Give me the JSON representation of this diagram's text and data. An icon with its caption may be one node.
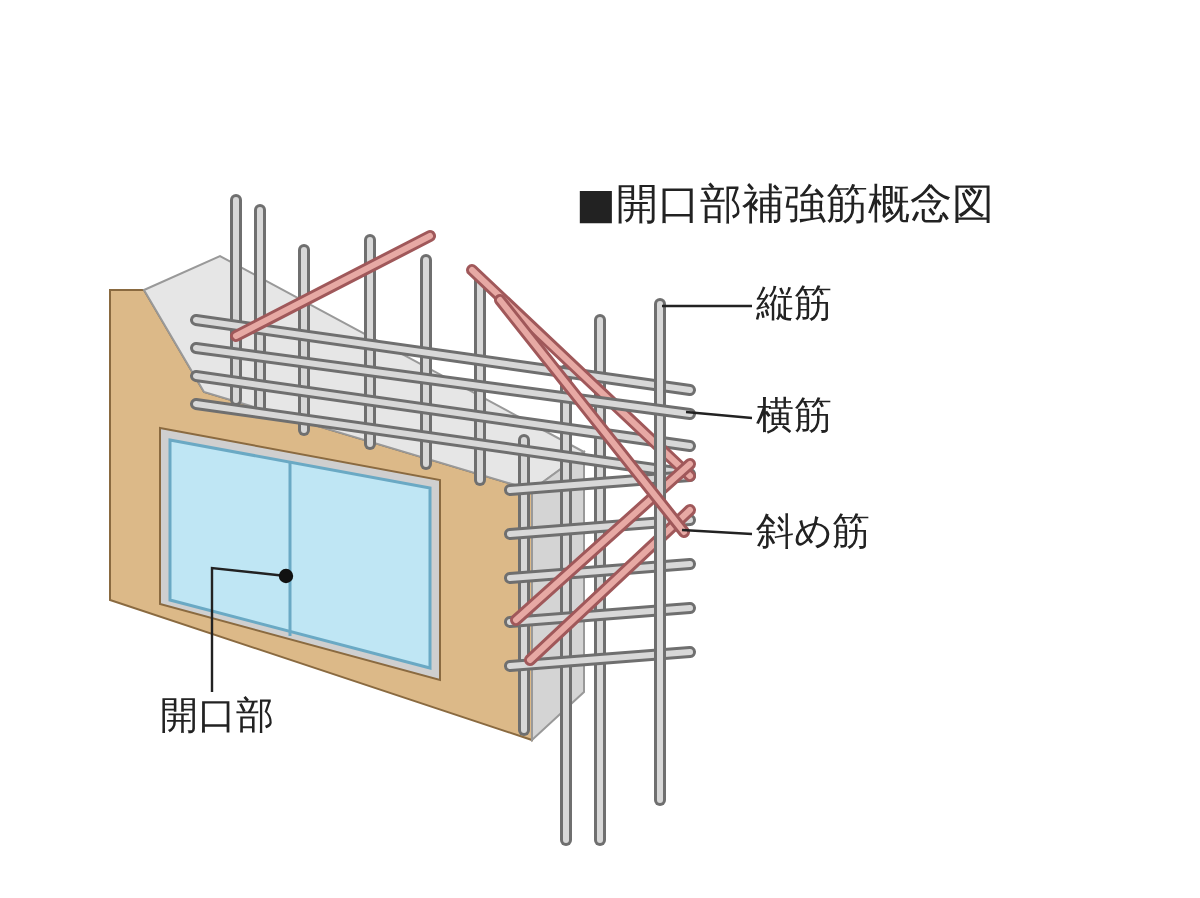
{
  "diagram": {
    "title": "■開口部補強筋概念図",
    "nodes": [
      {
        "text": [
          "縦筋"
        ]
      },
      {
        "text": [],
        "shape": "bar"
      },
      {
        "text": [
          "横筋"
        ]
      },
      {
        "text": [],
        "shape": "bar"
      },
      {
        "text": [
          "斜め筋"
        ]
      },
      {
        "text": [],
        "shape": "bar"
      },
      {
        "text": [
          "開口部"
        ]
      },
      {
        "text": [],
        "shape": "box"
      }
    ],
    "edges": [
      {
        "from": 0,
        "to": 1,
        "arrow": "none"
      },
      {
        "from": 2,
        "to": 3,
        "arrow": "none"
      },
      {
        "from": 4,
        "to": 5,
        "arrow": "none"
      },
      {
        "from": 6,
        "to": 7,
        "arrow": "other"
      }
    ]
  }
}
